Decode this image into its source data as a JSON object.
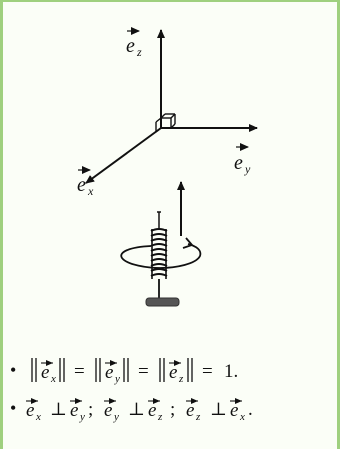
{
  "labels": {
    "ez": "e",
    "ez_sub": "z",
    "ey": "e",
    "ey_sub": "y",
    "ex": "e",
    "ex_sub": "x"
  },
  "formulas": {
    "norm_line": "• ‖e⃗ₓ‖ = ‖e⃗ᵧ‖ = ‖e⃗_z‖ = 1.",
    "perp_line": "• e⃗ₓ ⊥ e⃗ᵧ; e⃗ᵧ ⊥ e⃗_z ; e⃗_z ⊥ e⃗ₓ."
  },
  "colors": {
    "border": "#9fd07f",
    "background": "#fbfef7",
    "ink": "#111111",
    "base": "#555555"
  },
  "icons": [
    "right-angle-cube-icon",
    "corkscrew-icon",
    "rotation-arrow-icon"
  ]
}
